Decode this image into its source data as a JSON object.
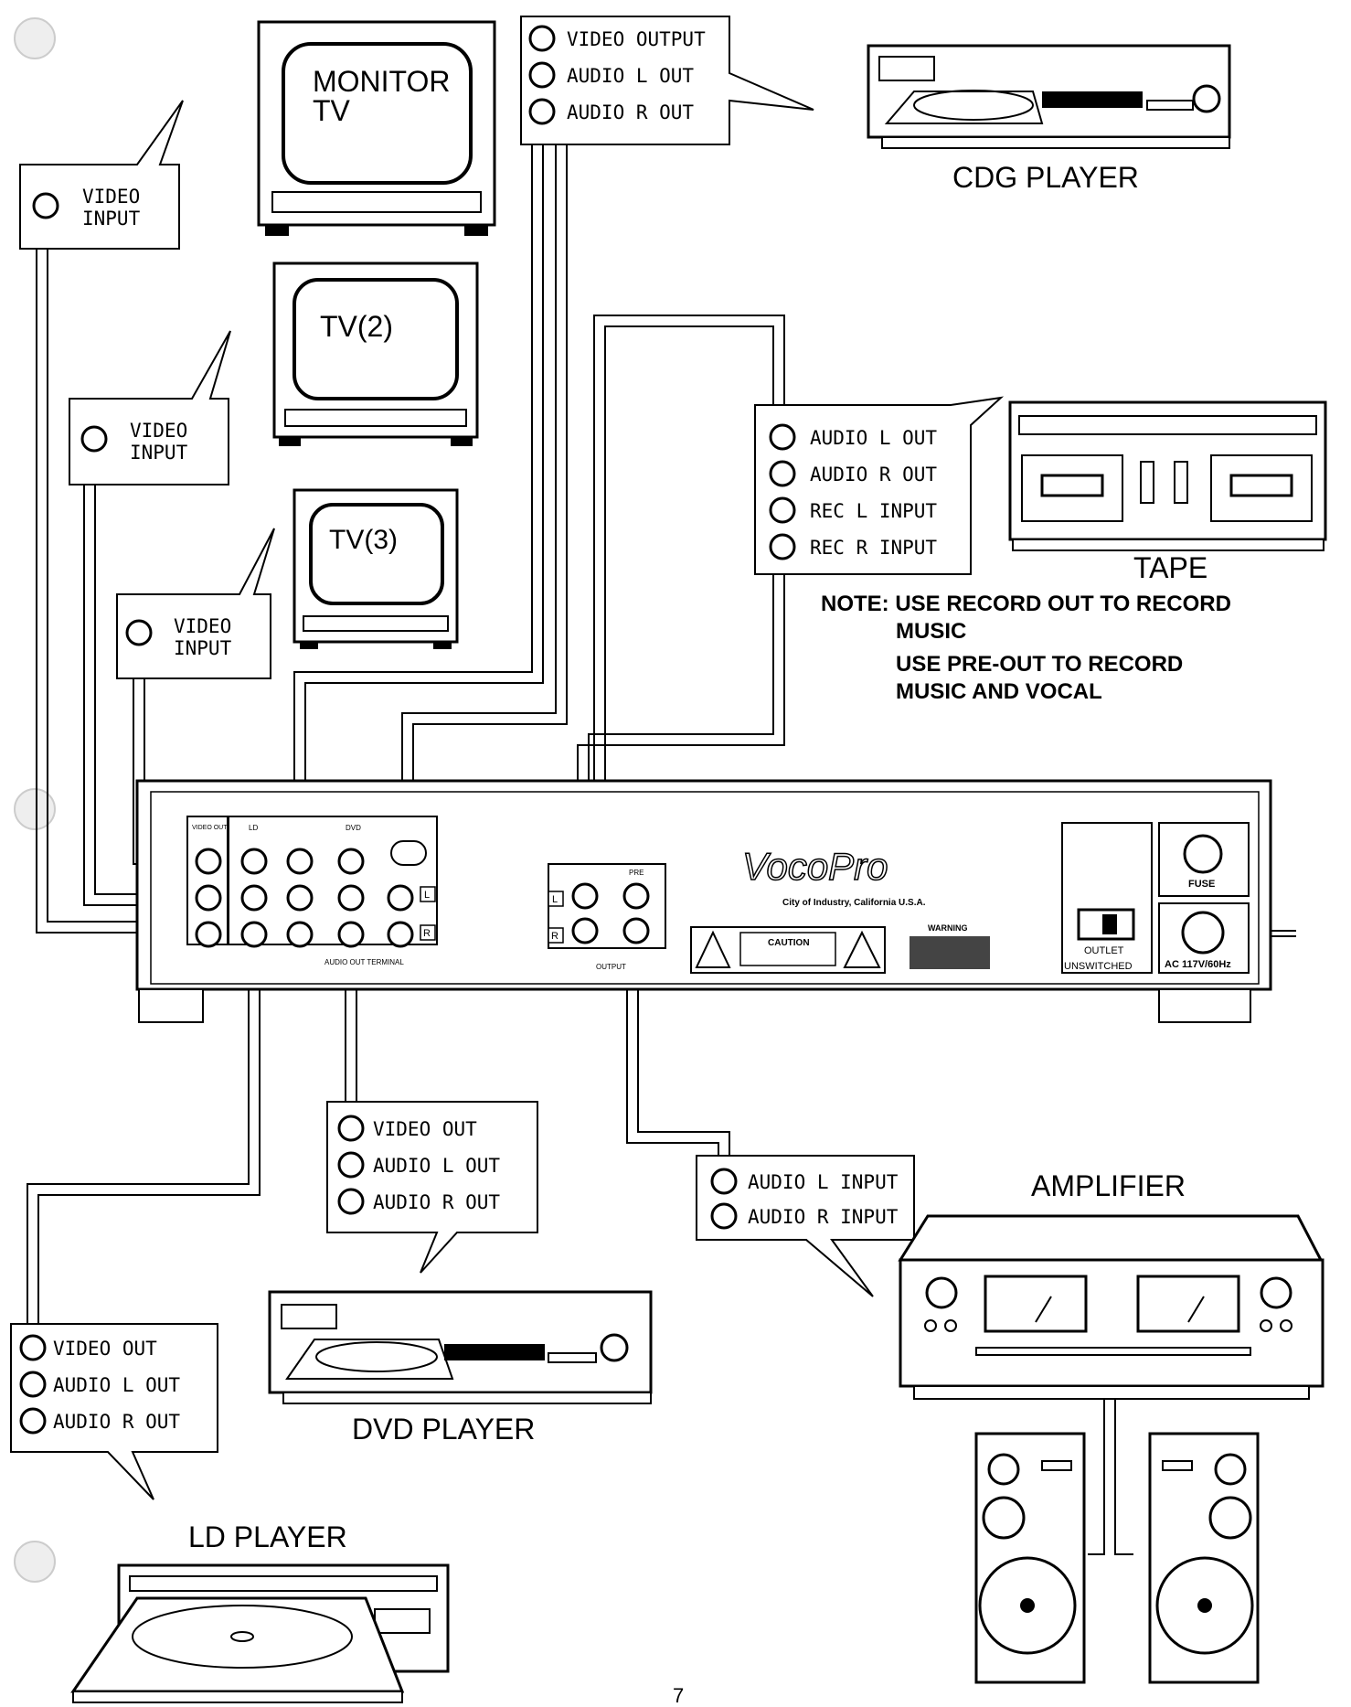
{
  "devices": {
    "monitor_tv": "MONITOR\nTV",
    "tv2": "TV(2)",
    "tv3": "TV(3)",
    "cdg_player": "CDG PLAYER",
    "tape": "TAPE",
    "dvd_player": "DVD PLAYER",
    "ld_player": "LD PLAYER",
    "amplifier": "AMPLIFIER"
  },
  "callouts": {
    "monitor_in": [
      "VIDEO",
      "INPUT"
    ],
    "tv2_in": [
      "VIDEO",
      "INPUT"
    ],
    "tv3_in": [
      "VIDEO",
      "INPUT"
    ],
    "cdg_out": [
      "VIDEO OUTPUT",
      "AUDIO L OUT",
      "AUDIO R OUT"
    ],
    "tape_io": [
      "AUDIO L OUT",
      "AUDIO R OUT",
      "REC L INPUT",
      "REC R INPUT"
    ],
    "dvd_out": [
      "VIDEO OUT",
      "AUDIO L OUT",
      "AUDIO R OUT"
    ],
    "ld_out": [
      "VIDEO OUT",
      "AUDIO L OUT",
      "AUDIO R OUT"
    ],
    "amp_in": [
      "AUDIO L INPUT",
      "AUDIO R INPUT"
    ]
  },
  "note": {
    "line1": "NOTE: USE RECORD OUT TO RECORD",
    "line2": "MUSIC",
    "line3": "USE PRE-OUT TO RECORD",
    "line4": "MUSIC AND VOCAL"
  },
  "panel": {
    "video_output": "VIDEO OUTPUT",
    "ld": "LD",
    "dvd": "DVD",
    "audio_out_terminal": "AUDIO OUT TERMINAL",
    "L": "L",
    "R": "R",
    "pre": "PRE",
    "output": "OUTPUT",
    "brand": "VocoPro",
    "brand_sub": "City of Industry, California U.S.A.",
    "caution": "CAUTION",
    "warning": "WARNING",
    "fuse": "FUSE",
    "outlet": "OUTLET",
    "unswitched": "UNSWITCHED",
    "ac": "AC 117V/60Hz"
  },
  "page_number": "7"
}
